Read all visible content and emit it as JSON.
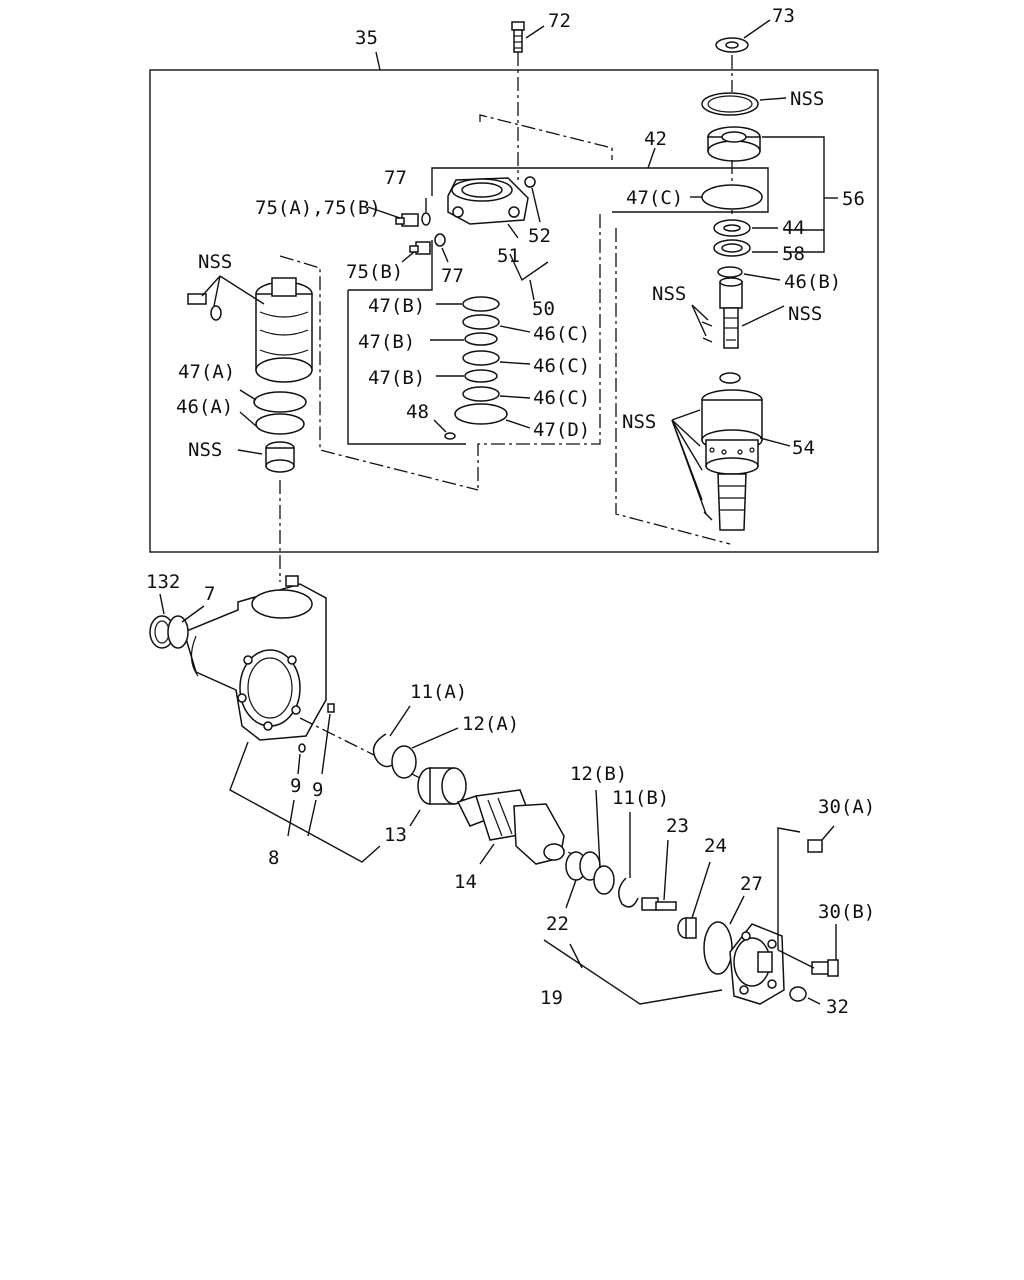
{
  "labels": {
    "l35": "35",
    "l72": "72",
    "l73": "73",
    "nss_top": "NSS",
    "l42": "42",
    "l56": "56",
    "l47c": "47(C)",
    "l44": "44",
    "l58": "58",
    "l46b": "46(B)",
    "nss_valve": "NSS",
    "nss_valve2": "NSS",
    "l77a": "77",
    "l75ab": "75(A),75(B)",
    "l52": "52",
    "l51": "51",
    "l75b": "75(B)",
    "l77b": "77",
    "l50": "50",
    "l47b_1": "47(B)",
    "l46c_1": "46(C)",
    "l47b_2": "47(B)",
    "l46c_2": "46(C)",
    "l47b_3": "47(B)",
    "l46c_3": "46(C)",
    "l48": "48",
    "l47d": "47(D)",
    "nss_left": "NSS",
    "l47a": "47(A)",
    "l46a": "46(A)",
    "nss_left2": "NSS",
    "nss_rotor": "NSS",
    "l54": "54",
    "l132": "132",
    "l7": "7",
    "l11a": "11(A)",
    "l12a": "12(A)",
    "l9a": "9",
    "l9b": "9",
    "l13": "13",
    "l8": "8",
    "l12b": "12(B)",
    "l11b": "11(B)",
    "l23": "23",
    "l14": "14",
    "l24": "24",
    "l30a": "30(A)",
    "l27": "27",
    "l22": "22",
    "l30b": "30(B)",
    "l19": "19",
    "l32": "32"
  },
  "icons": {
    "housing": "gear-housing-icon",
    "sector_shaft": "sector-shaft-icon",
    "side_cover": "side-cover-icon"
  }
}
